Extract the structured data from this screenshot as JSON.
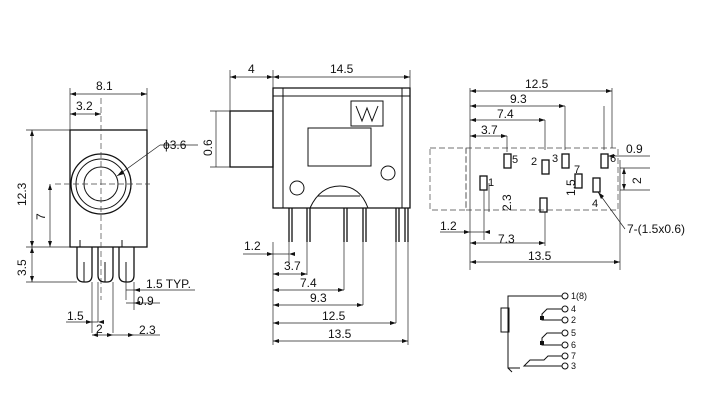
{
  "front_view": {
    "dims": {
      "width_top": "8.1",
      "center_offset": "3.2",
      "hole_dia": "ϕ3.6",
      "height_total": "12.3",
      "center_height": "7",
      "pin_length": "3.5",
      "pin_width": "1.5 TYP.",
      "pin_thickness": "0.9",
      "pin_left": "1.5",
      "pin_pitch_a": "2",
      "pin_pitch_b": "2.3"
    }
  },
  "side_view": {
    "dims": {
      "nose_length": "4",
      "body_length": "14.5",
      "nose_height": "0.6",
      "pin_1": "1.2",
      "pin_2": "3.7",
      "pin_3": "7.4",
      "pin_4": "9.3",
      "pin_5": "12.5",
      "pin_6": "13.5"
    }
  },
  "footprint": {
    "dims": {
      "top_1": "12.5",
      "top_2": "9.3",
      "top_3": "7.4",
      "top_4": "3.7",
      "right_w": "0.9",
      "right_h": "2",
      "left_w": "2.3",
      "slot_w": "1.5",
      "bottom_1": "1.2",
      "bottom_2": "7.3",
      "bottom_3": "13.5",
      "slots": "7-(1.5x0.6)"
    },
    "pins": [
      "5",
      "2",
      "3",
      "6",
      "1",
      "7",
      "4"
    ]
  },
  "schematic": {
    "pins": [
      "1(8)",
      "4",
      "2",
      "5",
      "6",
      "7",
      "3"
    ]
  }
}
